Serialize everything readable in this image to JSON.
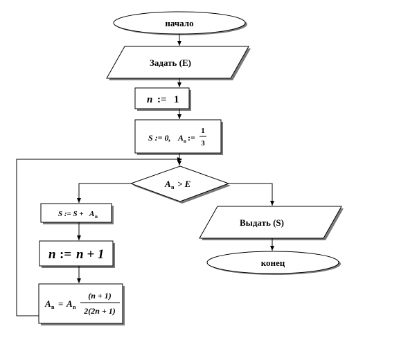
{
  "flowchart": {
    "start": "начало",
    "input": "Задать (E)",
    "init_n": {
      "var": "n",
      "op": ":=",
      "value": "1"
    },
    "init_s": {
      "s_part": "S := 0,",
      "a_var": "A",
      "a_sub": "n",
      "op": ":=",
      "num": "1",
      "den": "3"
    },
    "decision": {
      "a_var": "A",
      "a_sub": "n",
      "rest": "> E"
    },
    "update_s": {
      "left": "S := S +",
      "a_var": "A",
      "a_sub": "n"
    },
    "update_n": {
      "var": "n",
      "op": ":=",
      "expr": "n + 1"
    },
    "update_a": {
      "a_var": "A",
      "a_sub": "n",
      "op": "=",
      "num": "(n + 1)",
      "den": "2(2n + 1)"
    },
    "output": "Выдать (S)",
    "end": "конец"
  }
}
